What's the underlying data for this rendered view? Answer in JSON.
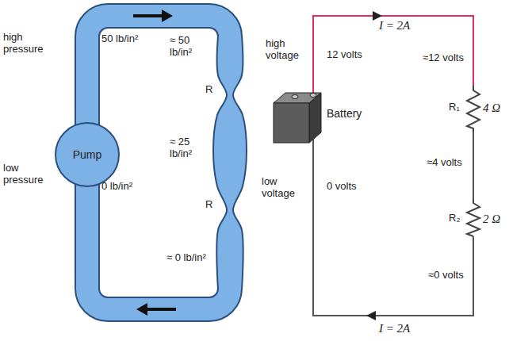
{
  "diagram": {
    "nodes": [
      {
        "text": [
          "Pump"
        ]
      },
      {
        "text": [
          "Battery"
        ]
      }
    ],
    "labels": [
      "high pressure",
      "low pressure",
      "50 lb/in²",
      "≈ 50 lb/in²",
      "R",
      "≈ 25 lb/in²",
      "0 lb/in²",
      "R",
      "≈ 0 lb/in²",
      "high voltage",
      "12 volts",
      "I = 2A",
      "≈12 volts",
      "R₁",
      "4 Ω",
      "≈4 volts",
      "low voltage",
      "0 volts",
      "R₂",
      "2 Ω",
      "≈0 volts",
      "I = 2A"
    ]
  }
}
